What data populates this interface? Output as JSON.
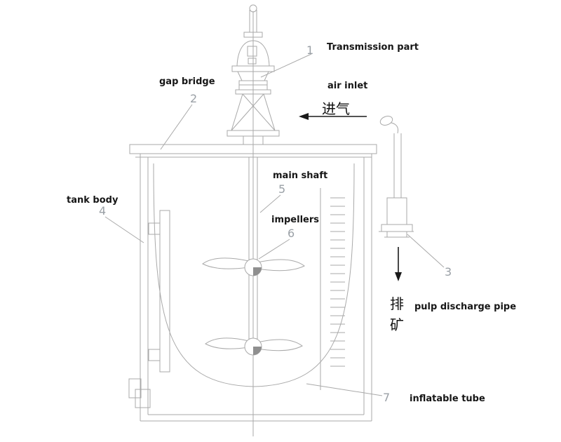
{
  "diagram": {
    "labels": {
      "transmission_part": "Transmission part",
      "gap_bridge": "gap bridge",
      "air_inlet": "air inlet",
      "air_inlet_cn": "进气",
      "main_shaft": "main shaft",
      "impellers": "impellers",
      "tank_body": "tank body",
      "pulp_discharge_pipe": "pulp discharge pipe",
      "discharge_cn_1": "排",
      "discharge_cn_2": "矿",
      "inflatable_tube": "inflatable tube"
    },
    "callouts": {
      "transmission_part": "1",
      "gap_bridge": "2",
      "pulp_discharge_pipe": "3",
      "tank_body": "4",
      "main_shaft": "5",
      "impellers": "6",
      "inflatable_tube": "7"
    },
    "colors": {
      "line": "#a9a9a9",
      "text": "#161616",
      "callout": "#9aa0a6",
      "background": "#ffffff"
    }
  }
}
